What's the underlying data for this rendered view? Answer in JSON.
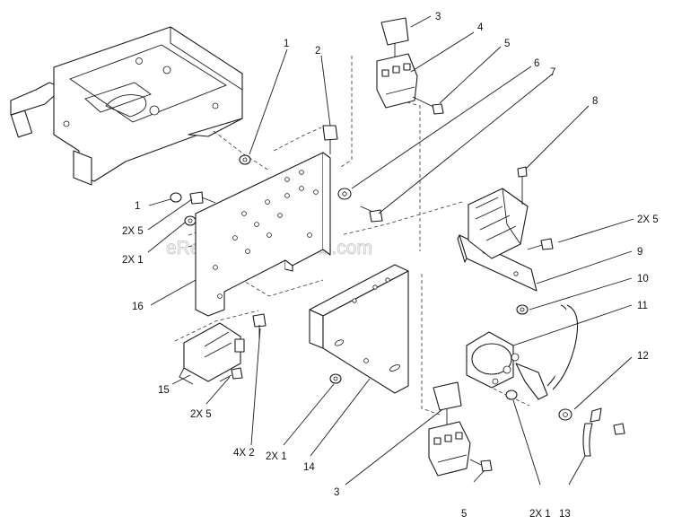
{
  "watermark": "eReplacementParts.com",
  "callouts": [
    {
      "id": "c-1a",
      "label": "1"
    },
    {
      "id": "c-2",
      "label": "2"
    },
    {
      "id": "c-3a",
      "label": "3"
    },
    {
      "id": "c-4",
      "label": "4"
    },
    {
      "id": "c-5a",
      "label": "5"
    },
    {
      "id": "c-6",
      "label": "6"
    },
    {
      "id": "c-7",
      "label": "7"
    },
    {
      "id": "c-8",
      "label": "8"
    },
    {
      "id": "c-2x5a",
      "label": "2X 5"
    },
    {
      "id": "c-9",
      "label": "9"
    },
    {
      "id": "c-10",
      "label": "10"
    },
    {
      "id": "c-11",
      "label": "11"
    },
    {
      "id": "c-12",
      "label": "12"
    },
    {
      "id": "c-1b",
      "label": "1"
    },
    {
      "id": "c-2x5b",
      "label": "2X 5"
    },
    {
      "id": "c-2x1a",
      "label": "2X 1"
    },
    {
      "id": "c-16",
      "label": "16"
    },
    {
      "id": "c-15",
      "label": "15"
    },
    {
      "id": "c-2x5c",
      "label": "2X 5"
    },
    {
      "id": "c-4x2",
      "label": "4X 2"
    },
    {
      "id": "c-2x1b",
      "label": "2X 1"
    },
    {
      "id": "c-14",
      "label": "14"
    },
    {
      "id": "c-3b",
      "label": "3"
    },
    {
      "id": "c-5b",
      "label": "5"
    },
    {
      "id": "c-2x1c",
      "label": "2X 1"
    },
    {
      "id": "c-13",
      "label": "13"
    }
  ]
}
